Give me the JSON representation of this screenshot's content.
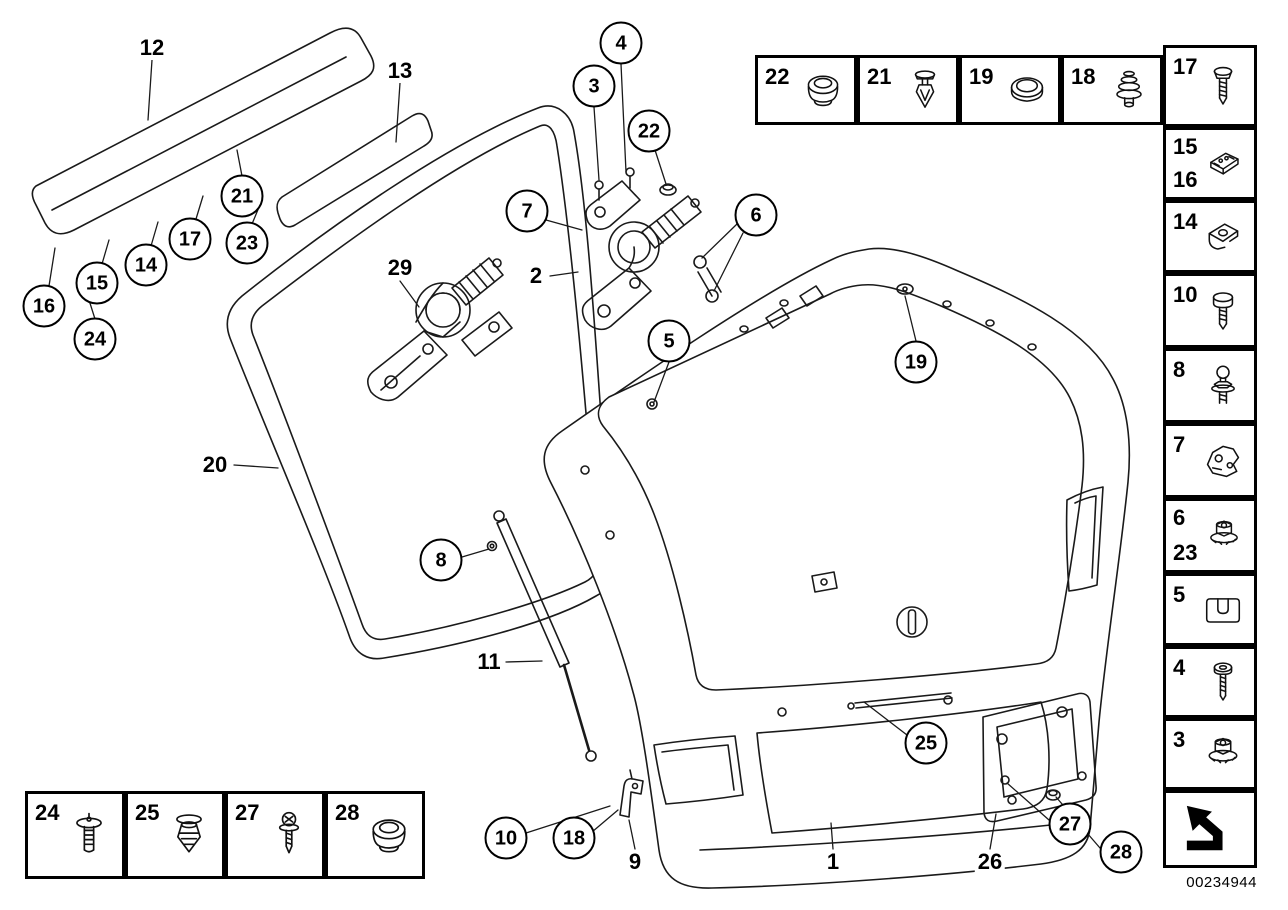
{
  "meta": {
    "image_id": "00234944"
  },
  "callouts": [
    "12",
    "13",
    "4",
    "3",
    "22",
    "21",
    "17",
    "23",
    "14",
    "15",
    "16",
    "24",
    "29",
    "2",
    "7",
    "6",
    "5",
    "20",
    "8",
    "11",
    "19",
    "25",
    "10",
    "18",
    "9",
    "1",
    "26",
    "27",
    "28"
  ],
  "top_parts_row": [
    {
      "number": "22",
      "icon": "grommet-icon"
    },
    {
      "number": "21",
      "icon": "expanding-rivet-icon"
    },
    {
      "number": "19",
      "icon": "blind-plug-icon"
    },
    {
      "number": "18",
      "icon": "rubber-buffer-icon"
    }
  ],
  "right_parts_column": [
    {
      "numbers": [
        "17"
      ],
      "icon": "screw-icon"
    },
    {
      "numbers": [
        "15",
        "16"
      ],
      "icon": "window-module-icon"
    },
    {
      "numbers": [
        "14"
      ],
      "icon": "sheet-metal-nut-icon"
    },
    {
      "numbers": [
        "10"
      ],
      "icon": "torx-screw-icon"
    },
    {
      "numbers": [
        "8"
      ],
      "icon": "ball-pin-icon"
    },
    {
      "numbers": [
        "7"
      ],
      "icon": "hinge-bracket-icon"
    },
    {
      "numbers": [
        "6",
        "23"
      ],
      "icon": "flange-nut-icon"
    },
    {
      "numbers": [
        "5"
      ],
      "icon": "shim-plate-icon"
    },
    {
      "numbers": [
        "4"
      ],
      "icon": "torx-bolt-icon"
    },
    {
      "numbers": [
        "3"
      ],
      "icon": "flange-nut-icon"
    }
  ],
  "bottom_parts_row": [
    {
      "number": "24",
      "icon": "blind-rivet-icon"
    },
    {
      "number": "25",
      "icon": "expansion-clip-icon"
    },
    {
      "number": "27",
      "icon": "tapping-screw-icon"
    },
    {
      "number": "28",
      "icon": "grommet-icon"
    }
  ],
  "nav": {
    "back_icon": "page-back-arrow-icon"
  }
}
